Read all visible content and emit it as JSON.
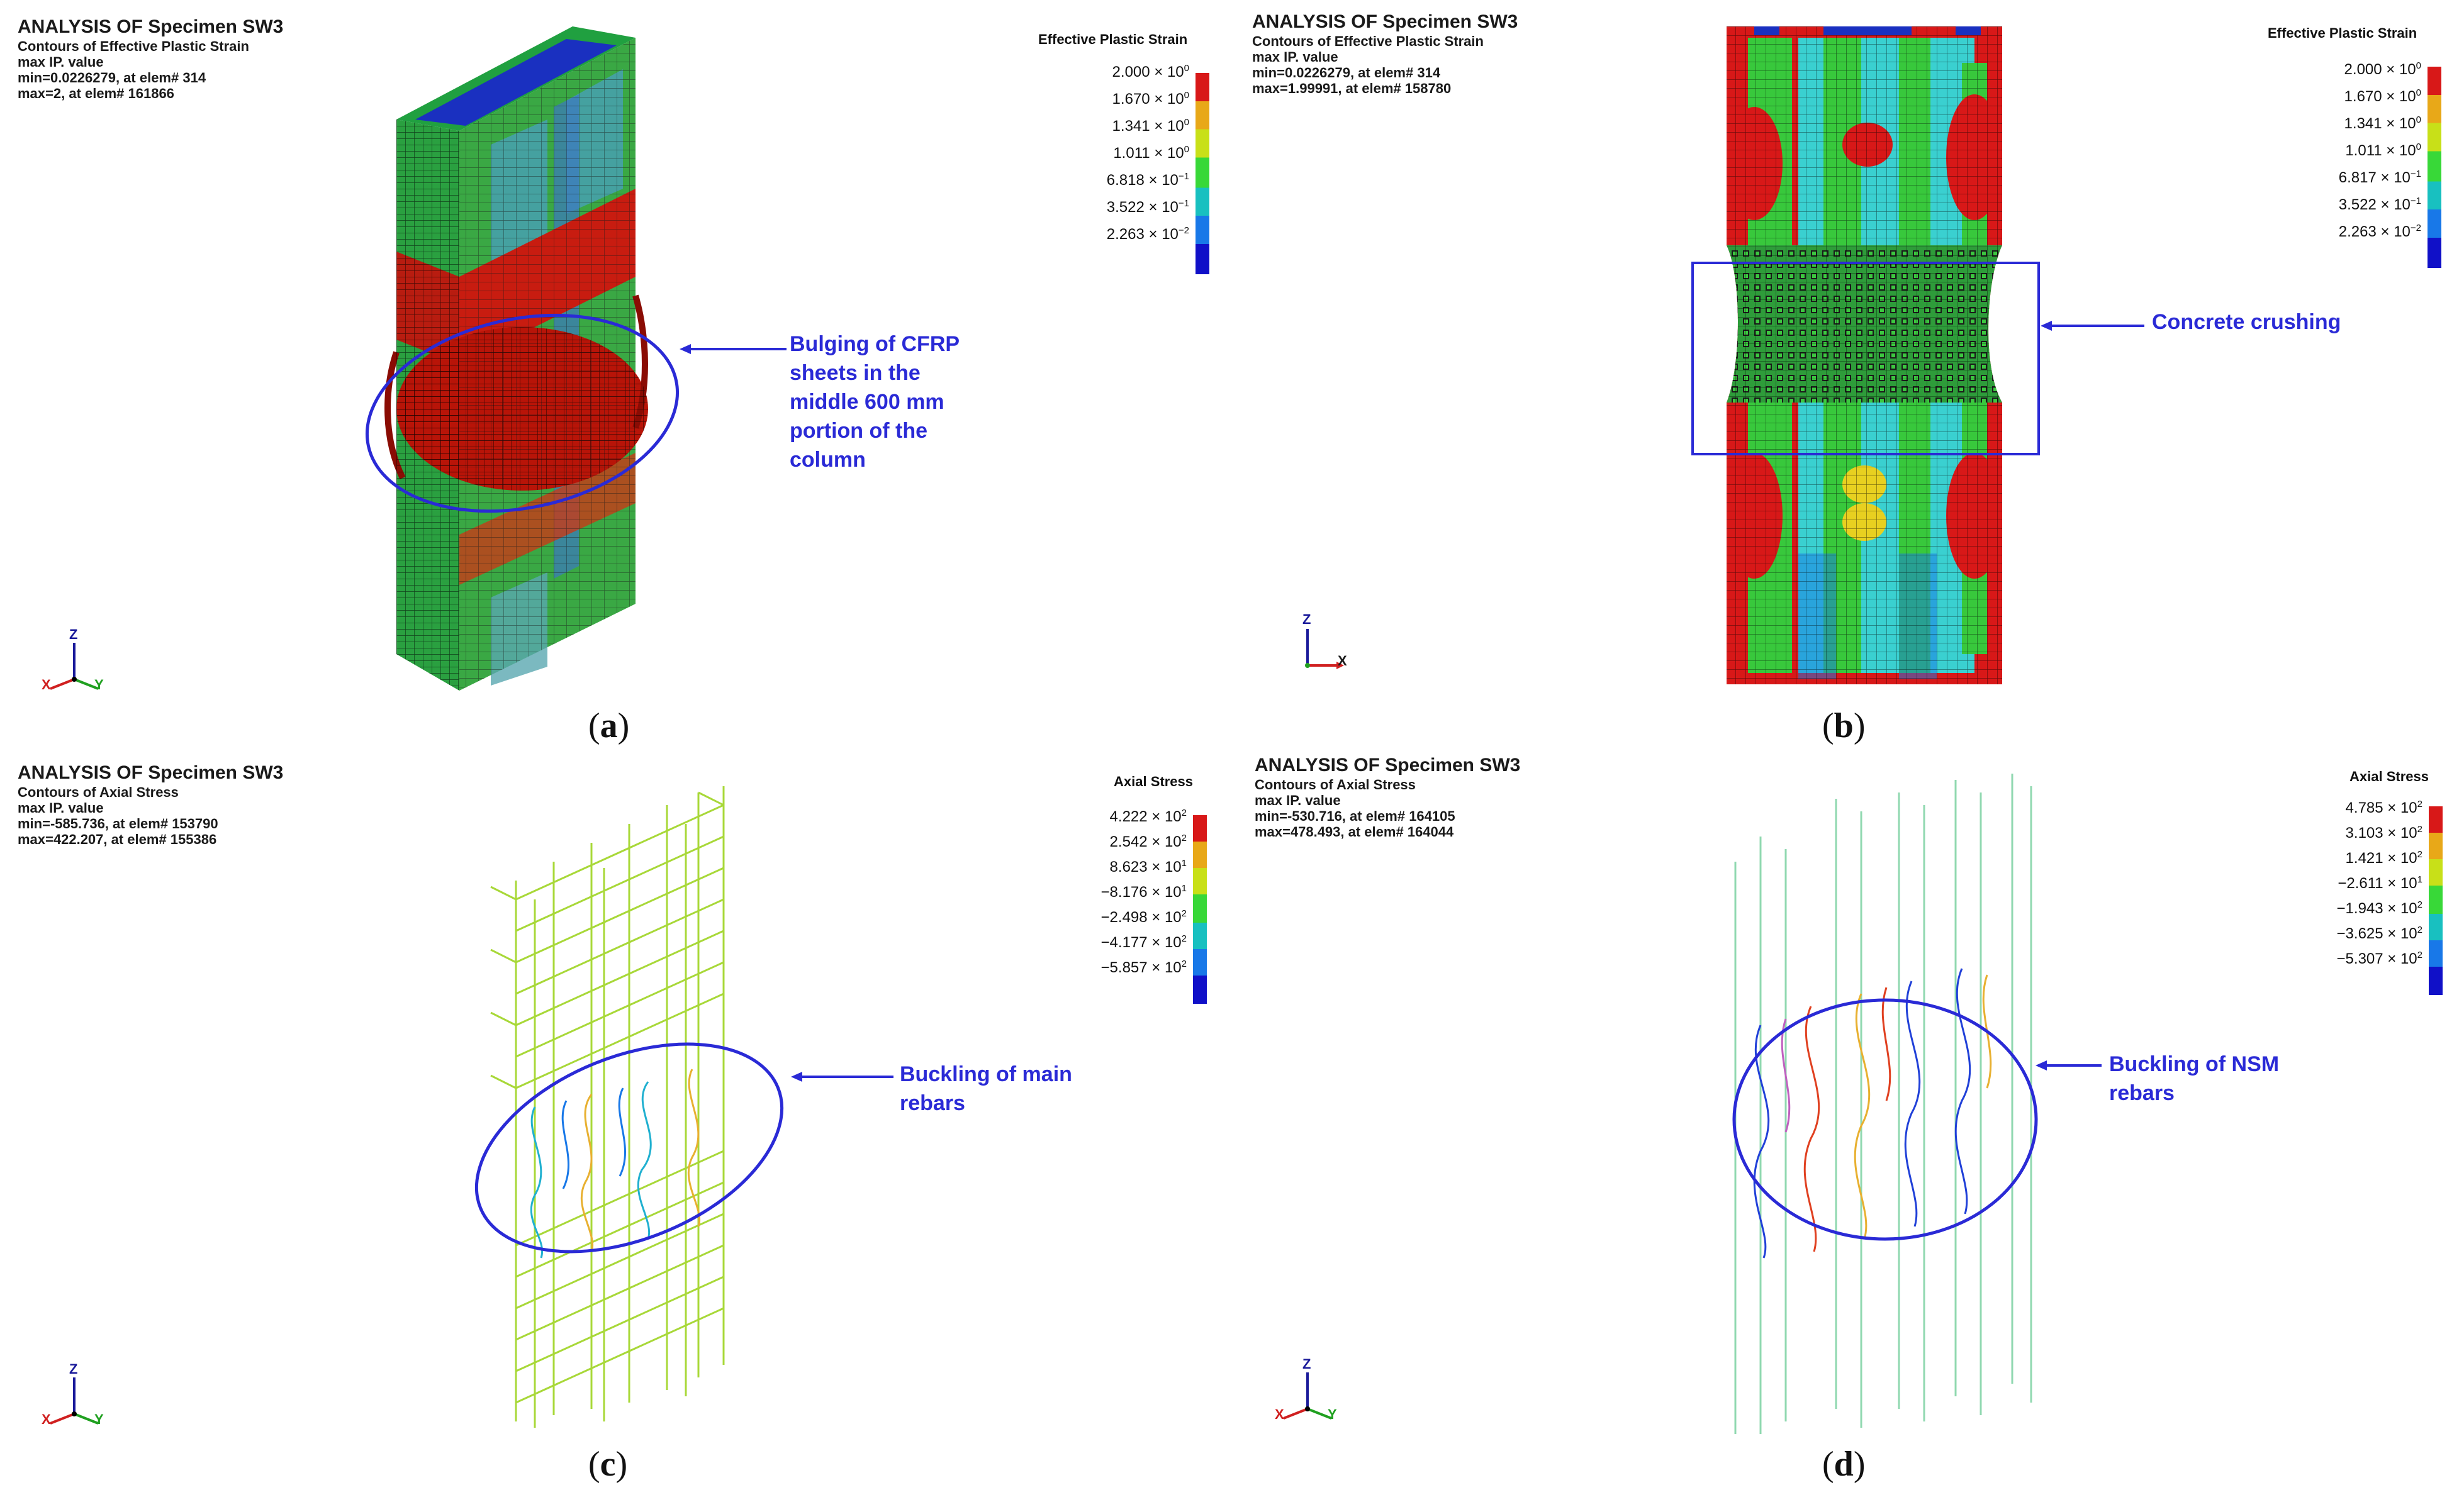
{
  "panels": [
    {
      "header": {
        "title": "ANALYSIS OF Specimen SW3",
        "line1": "Contours of Effective Plastic Strain",
        "line2": "max IP. value",
        "line3": "min=0.0226279, at elem# 314",
        "line4": "max=2, at elem# 161866"
      },
      "legend": {
        "title": "Effective Plastic Strain",
        "rows": [
          {
            "m": "2.000",
            "e": "0"
          },
          {
            "m": "1.670",
            "e": "0"
          },
          {
            "m": "1.341",
            "e": "0"
          },
          {
            "m": "1.011",
            "e": "0"
          },
          {
            "m": "6.818",
            "e": "−1"
          },
          {
            "m": "3.522",
            "e": "−1"
          },
          {
            "m": "2.263",
            "e": "−2"
          }
        ]
      },
      "annotation": [
        "Bulging of CFRP",
        "sheets in the",
        "middle 600 mm",
        "portion of the",
        "column"
      ],
      "caption": "a",
      "axes": {
        "z": "Z",
        "x": "X",
        "y": "Y"
      }
    },
    {
      "header": {
        "title": "ANALYSIS OF Specimen SW3",
        "line1": "Contours of Effective Plastic Strain",
        "line2": "max IP. value",
        "line3": "min=0.0226279, at elem# 314",
        "line4": "max=1.99991, at elem# 158780"
      },
      "legend": {
        "title": "Effective Plastic Strain",
        "rows": [
          {
            "m": "2.000",
            "e": "0"
          },
          {
            "m": "1.670",
            "e": "0"
          },
          {
            "m": "1.341",
            "e": "0"
          },
          {
            "m": "1.011",
            "e": "0"
          },
          {
            "m": "6.817",
            "e": "−1"
          },
          {
            "m": "3.522",
            "e": "−1"
          },
          {
            "m": "2.263",
            "e": "−2"
          }
        ]
      },
      "annotation": [
        "Concrete crushing"
      ],
      "caption": "b",
      "axes": {
        "z": "Z",
        "x": "X"
      }
    },
    {
      "header": {
        "title": "ANALYSIS OF Specimen SW3",
        "line1": "Contours of Axial Stress",
        "line2": "max IP. value",
        "line3": "min=-585.736, at elem# 153790",
        "line4": "max=422.207, at elem# 155386"
      },
      "legend": {
        "title": "Axial Stress",
        "rows": [
          {
            "m": "4.222",
            "e": "2"
          },
          {
            "m": "2.542",
            "e": "2"
          },
          {
            "m": "8.623",
            "e": "1"
          },
          {
            "m": "−8.176",
            "e": "1"
          },
          {
            "m": "−2.498",
            "e": "2"
          },
          {
            "m": "−4.177",
            "e": "2"
          },
          {
            "m": "−5.857",
            "e": "2"
          }
        ]
      },
      "annotation": [
        "Buckling of main",
        "rebars"
      ],
      "caption": "c",
      "axes": {
        "z": "Z",
        "x": "X",
        "y": "Y"
      }
    },
    {
      "header": {
        "title": "ANALYSIS OF Specimen SW3",
        "line1": "Contours of Axial Stress",
        "line2": "max IP. value",
        "line3": "min=-530.716, at elem# 164105",
        "line4": "max=478.493, at elem# 164044"
      },
      "legend": {
        "title": "Axial Stress",
        "rows": [
          {
            "m": "4.785",
            "e": "2"
          },
          {
            "m": "3.103",
            "e": "2"
          },
          {
            "m": "1.421",
            "e": "2"
          },
          {
            "m": "−2.611",
            "e": "1"
          },
          {
            "m": "−1.943",
            "e": "2"
          },
          {
            "m": "−3.625",
            "e": "2"
          },
          {
            "m": "−5.307",
            "e": "2"
          }
        ]
      },
      "annotation": [
        "Buckling of NSM",
        "rebars"
      ],
      "caption": "d",
      "axes": {
        "z": "Z",
        "x": "X",
        "y": "Y"
      }
    }
  ],
  "colors": {
    "annotation": "#2a2ad6",
    "scale": [
      "#d81818",
      "#e8a818",
      "#c8e018",
      "#38d838",
      "#18c0c0",
      "#1878e8",
      "#1010c8"
    ]
  }
}
